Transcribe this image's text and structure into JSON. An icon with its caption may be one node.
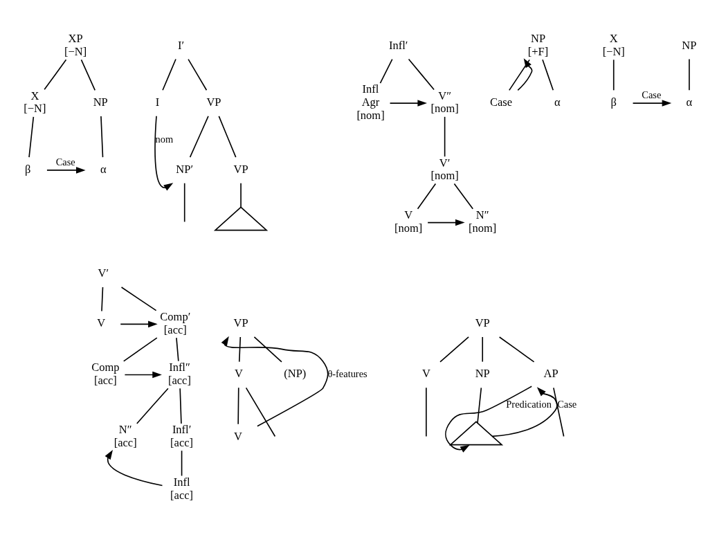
{
  "diagram": {
    "nodes": [
      {
        "text": [
          "XP",
          "[−N]"
        ]
      },
      {
        "text": [
          "X",
          "[−N]"
        ]
      },
      {
        "text": [
          "NP"
        ]
      },
      {
        "text": [
          "β"
        ]
      },
      {
        "text": [
          "α"
        ]
      },
      {
        "text": [
          "I′"
        ]
      },
      {
        "text": [
          "I"
        ]
      },
      {
        "text": [
          "VP"
        ]
      },
      {
        "text": [
          "VP"
        ]
      },
      {
        "text": [],
        "shape": "triangle"
      },
      {
        "text": [
          "NP′"
        ]
      },
      {
        "text": [
          "Infl′"
        ]
      },
      {
        "text": [
          "Infl",
          "Agr",
          "[nom]"
        ]
      },
      {
        "text": [
          "V″",
          "[nom]"
        ]
      },
      {
        "text": [
          "V′",
          "[nom]"
        ]
      },
      {
        "text": [
          "V",
          "[nom]"
        ]
      },
      {
        "text": [
          "N″",
          "[nom]"
        ]
      },
      {
        "text": [
          "V′"
        ]
      },
      {
        "text": [
          "V"
        ]
      },
      {
        "text": [
          "Comp′",
          "[acc]"
        ]
      },
      {
        "text": [
          "Comp",
          "[acc]"
        ]
      },
      {
        "text": [
          "Infl″",
          "[acc]"
        ]
      },
      {
        "text": [
          "N″",
          "[acc]"
        ]
      },
      {
        "text": [
          "Infl′",
          "[acc]"
        ]
      },
      {
        "text": [
          "Infl",
          "[acc]"
        ]
      },
      {
        "text": [
          "VP"
        ]
      },
      {
        "text": [
          "V"
        ]
      },
      {
        "text": [
          "(NP)"
        ]
      },
      {
        "text": [
          "V"
        ]
      },
      {
        "text": [
          "NP",
          "[+F]"
        ]
      },
      {
        "text": [
          "Case"
        ]
      },
      {
        "text": [
          "α"
        ]
      },
      {
        "text": [
          "X",
          "[−N]"
        ]
      },
      {
        "text": [
          "NP"
        ]
      },
      {
        "text": [
          "β"
        ]
      },
      {
        "text": [
          "α"
        ]
      },
      {
        "text": [
          "VP"
        ]
      },
      {
        "text": [
          "V"
        ]
      },
      {
        "text": [
          "NP"
        ]
      },
      {
        "text": [
          "AP"
        ]
      },
      {
        "text": [],
        "shape": "triangle"
      }
    ],
    "edges": [
      {
        "from": 0,
        "to": 1,
        "arrow": "none"
      },
      {
        "from": 0,
        "to": 2,
        "arrow": "none"
      },
      {
        "from": 1,
        "to": 3,
        "arrow": "none"
      },
      {
        "from": 2,
        "to": 4,
        "arrow": "none"
      },
      {
        "from": 3,
        "to": 4,
        "arrow": "to",
        "label": "Case"
      },
      {
        "from": 5,
        "to": 6,
        "arrow": "none"
      },
      {
        "from": 5,
        "to": 7,
        "arrow": "none"
      },
      {
        "from": 7,
        "to": 8,
        "arrow": "none"
      },
      {
        "from": 7,
        "to": 10,
        "arrow": "none"
      },
      {
        "from": 8,
        "to": 9,
        "arrow": "none"
      },
      {
        "from": 6,
        "to": 10,
        "arrow": "to",
        "label": "nom"
      },
      {
        "from": 10,
        "to": null,
        "arrow": "none"
      },
      {
        "from": 11,
        "to": 12,
        "arrow": "none"
      },
      {
        "from": 11,
        "to": 13,
        "arrow": "none"
      },
      {
        "from": 13,
        "to": 14,
        "arrow": "none"
      },
      {
        "from": 14,
        "to": 15,
        "arrow": "none"
      },
      {
        "from": 14,
        "to": 16,
        "arrow": "none"
      },
      {
        "from": 12,
        "to": 13,
        "arrow": "to"
      },
      {
        "from": 15,
        "to": 16,
        "arrow": "to"
      },
      {
        "from": 17,
        "to": 18,
        "arrow": "none"
      },
      {
        "from": 17,
        "to": 19,
        "arrow": "none"
      },
      {
        "from": 18,
        "to": 19,
        "arrow": "to"
      },
      {
        "from": 19,
        "to": 20,
        "arrow": "none"
      },
      {
        "from": 19,
        "to": 21,
        "arrow": "none"
      },
      {
        "from": 20,
        "to": 21,
        "arrow": "to"
      },
      {
        "from": 21,
        "to": 22,
        "arrow": "none"
      },
      {
        "from": 21,
        "to": 23,
        "arrow": "none"
      },
      {
        "from": 23,
        "to": 24,
        "arrow": "none"
      },
      {
        "from": 24,
        "to": 22,
        "arrow": "to"
      },
      {
        "from": 25,
        "to": 26,
        "arrow": "none"
      },
      {
        "from": 25,
        "to": 27,
        "arrow": "none"
      },
      {
        "from": 26,
        "to": null,
        "arrow": "none"
      },
      {
        "from": 26,
        "to": 28,
        "arrow": "none"
      },
      {
        "from": 28,
        "to": 25,
        "arrow": "to",
        "label": "θ-features"
      },
      {
        "from": 29,
        "to": 31,
        "arrow": "none"
      },
      {
        "from": 30,
        "to": 29,
        "arrow": "to"
      },
      {
        "from": 29,
        "to": 30,
        "arrow": "none"
      },
      {
        "from": 32,
        "to": 34,
        "arrow": "none"
      },
      {
        "from": 33,
        "to": 35,
        "arrow": "none"
      },
      {
        "from": 34,
        "to": 35,
        "arrow": "to",
        "label": "Case"
      },
      {
        "from": 36,
        "to": 37,
        "arrow": "none"
      },
      {
        "from": 36,
        "to": 38,
        "arrow": "none"
      },
      {
        "from": 36,
        "to": 39,
        "arrow": "none"
      },
      {
        "from": 37,
        "to": null,
        "arrow": "none"
      },
      {
        "from": 38,
        "to": 40,
        "arrow": "none"
      },
      {
        "from": 39,
        "to": null,
        "arrow": "none"
      },
      {
        "from": 40,
        "to": 39,
        "arrow": "to",
        "label": "Case"
      },
      {
        "from": 39,
        "to": 40,
        "arrow": "to",
        "label": "Predication"
      }
    ]
  }
}
